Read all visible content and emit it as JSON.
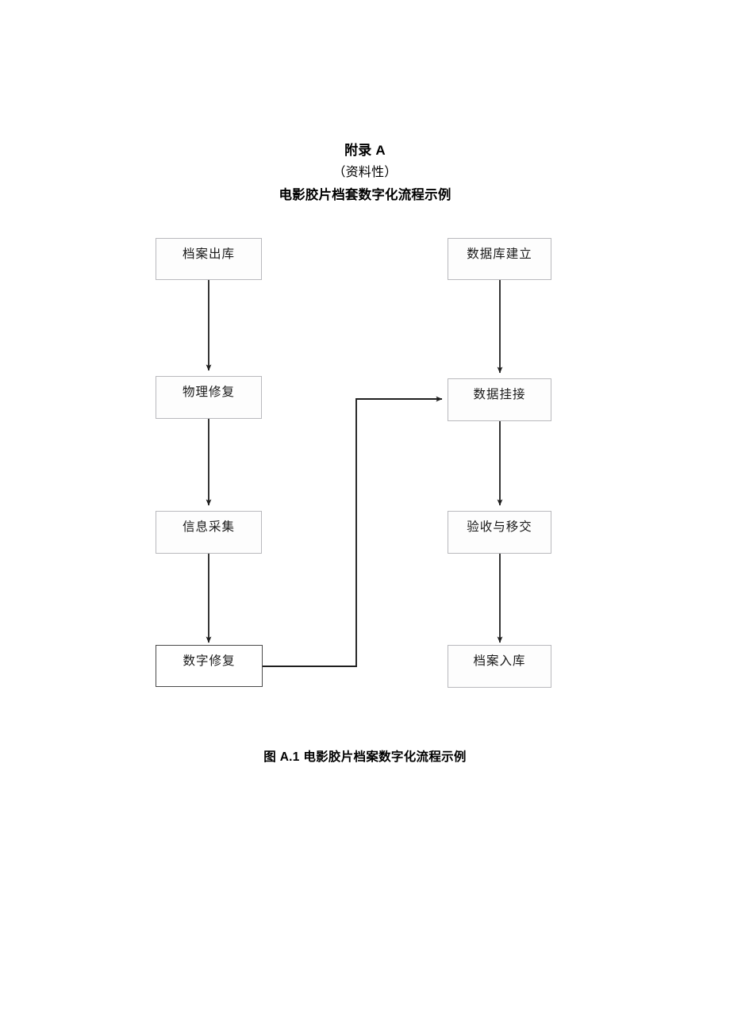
{
  "document": {
    "heading": {
      "appendix_label": "附录 A",
      "normative_type": "（资料性）",
      "title": "电影胶片档套数字化流程示例"
    },
    "caption": "图 A.1 电影胶片档案数字化流程示例"
  },
  "flowchart": {
    "nodes": [
      {
        "id": "archive-out",
        "label": "档案出库",
        "column": "left",
        "row": 1
      },
      {
        "id": "physical-repair",
        "label": "物理修复",
        "column": "left",
        "row": 2
      },
      {
        "id": "info-collection",
        "label": "信息采集",
        "column": "left",
        "row": 3
      },
      {
        "id": "digital-repair",
        "label": "数字修复",
        "column": "left",
        "row": 4
      },
      {
        "id": "database-build",
        "label": "数据库建立",
        "column": "right",
        "row": 1
      },
      {
        "id": "data-linking",
        "label": "数据挂接",
        "column": "right",
        "row": 2
      },
      {
        "id": "acceptance",
        "label": "验收与移交",
        "column": "right",
        "row": 3
      },
      {
        "id": "archive-in",
        "label": "档案入库",
        "column": "right",
        "row": 4
      }
    ],
    "edges": [
      {
        "from": "档案出库",
        "to": "物理修复"
      },
      {
        "from": "物理修复",
        "to": "信息采集"
      },
      {
        "from": "信息采集",
        "to": "数字修复"
      },
      {
        "from": "数字修复",
        "to": "数据挂接"
      },
      {
        "from": "数据库建立",
        "to": "数据挂接"
      },
      {
        "from": "数据挂接",
        "to": "验收与移交"
      },
      {
        "from": "验收与移交",
        "to": "档案入库"
      }
    ],
    "colors": {
      "box_border": "#b9b9bd",
      "box_border_emphasis": "#4a4a4a",
      "box_fill": "#fdfdfd",
      "connector": "#1f1f1f",
      "text": "#1a1a1a"
    }
  }
}
